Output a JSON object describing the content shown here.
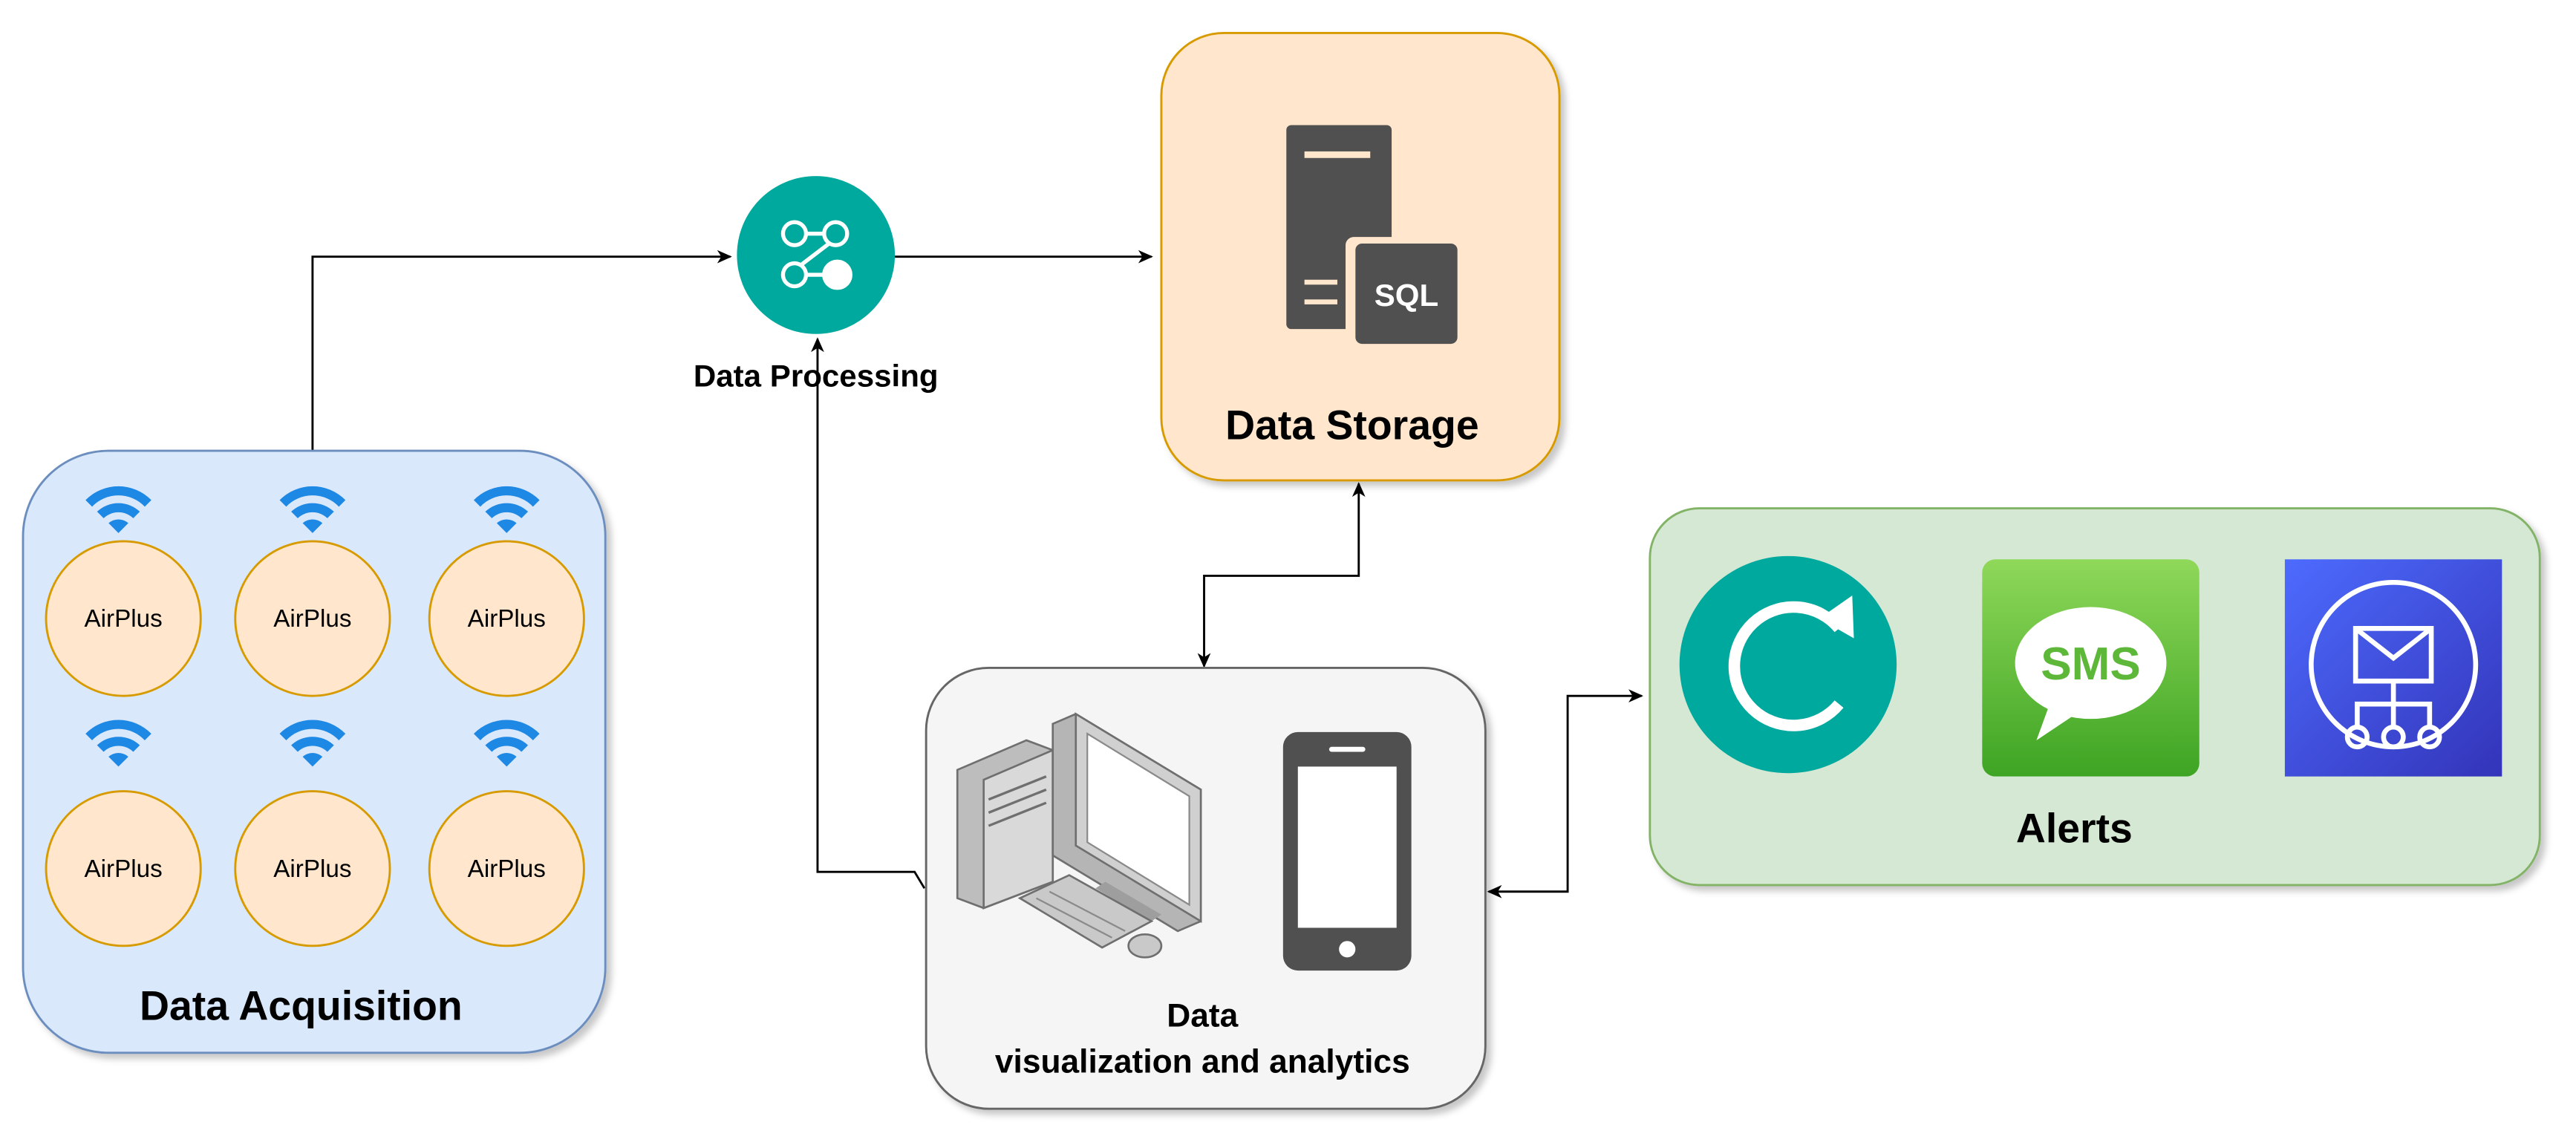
{
  "colors": {
    "acquisition_fill": "#dae8fc",
    "acquisition_stroke": "#6c8ebf",
    "sensor_fill": "#ffe6cc",
    "sensor_stroke": "#d79b00",
    "storage_fill": "#ffe6cc",
    "storage_stroke": "#d79b00",
    "viz_fill": "#f5f5f5",
    "viz_stroke": "#666666",
    "alerts_fill": "#d5e8d4",
    "alerts_stroke": "#82b366",
    "processing_teal": "#00a99d",
    "wifi_blue": "#1e88e5",
    "server_dark": "#505050",
    "sms_green": "#5db83a",
    "sns_blue": "#3b48cc",
    "arrow": "#000000"
  },
  "acquisition": {
    "title": "Data Acquisition",
    "sensors": [
      "AirPlus",
      "AirPlus",
      "AirPlus",
      "AirPlus",
      "AirPlus",
      "AirPlus"
    ],
    "icons": "wifi-icon"
  },
  "processing": {
    "label": "Data Processing",
    "icon": "workflow-icon"
  },
  "storage": {
    "title": "Data Storage",
    "icon": "sql-server-icon",
    "badge": "SQL"
  },
  "visualization": {
    "title_line1": "Data",
    "title_line2": "visualization and analytics",
    "icons": [
      "desktop-computer-icon",
      "smartphone-icon"
    ]
  },
  "alerts": {
    "title": "Alerts",
    "icons": [
      "refresh-icon",
      "sms-icon",
      "notification-service-icon"
    ],
    "sms_text": "SMS"
  }
}
